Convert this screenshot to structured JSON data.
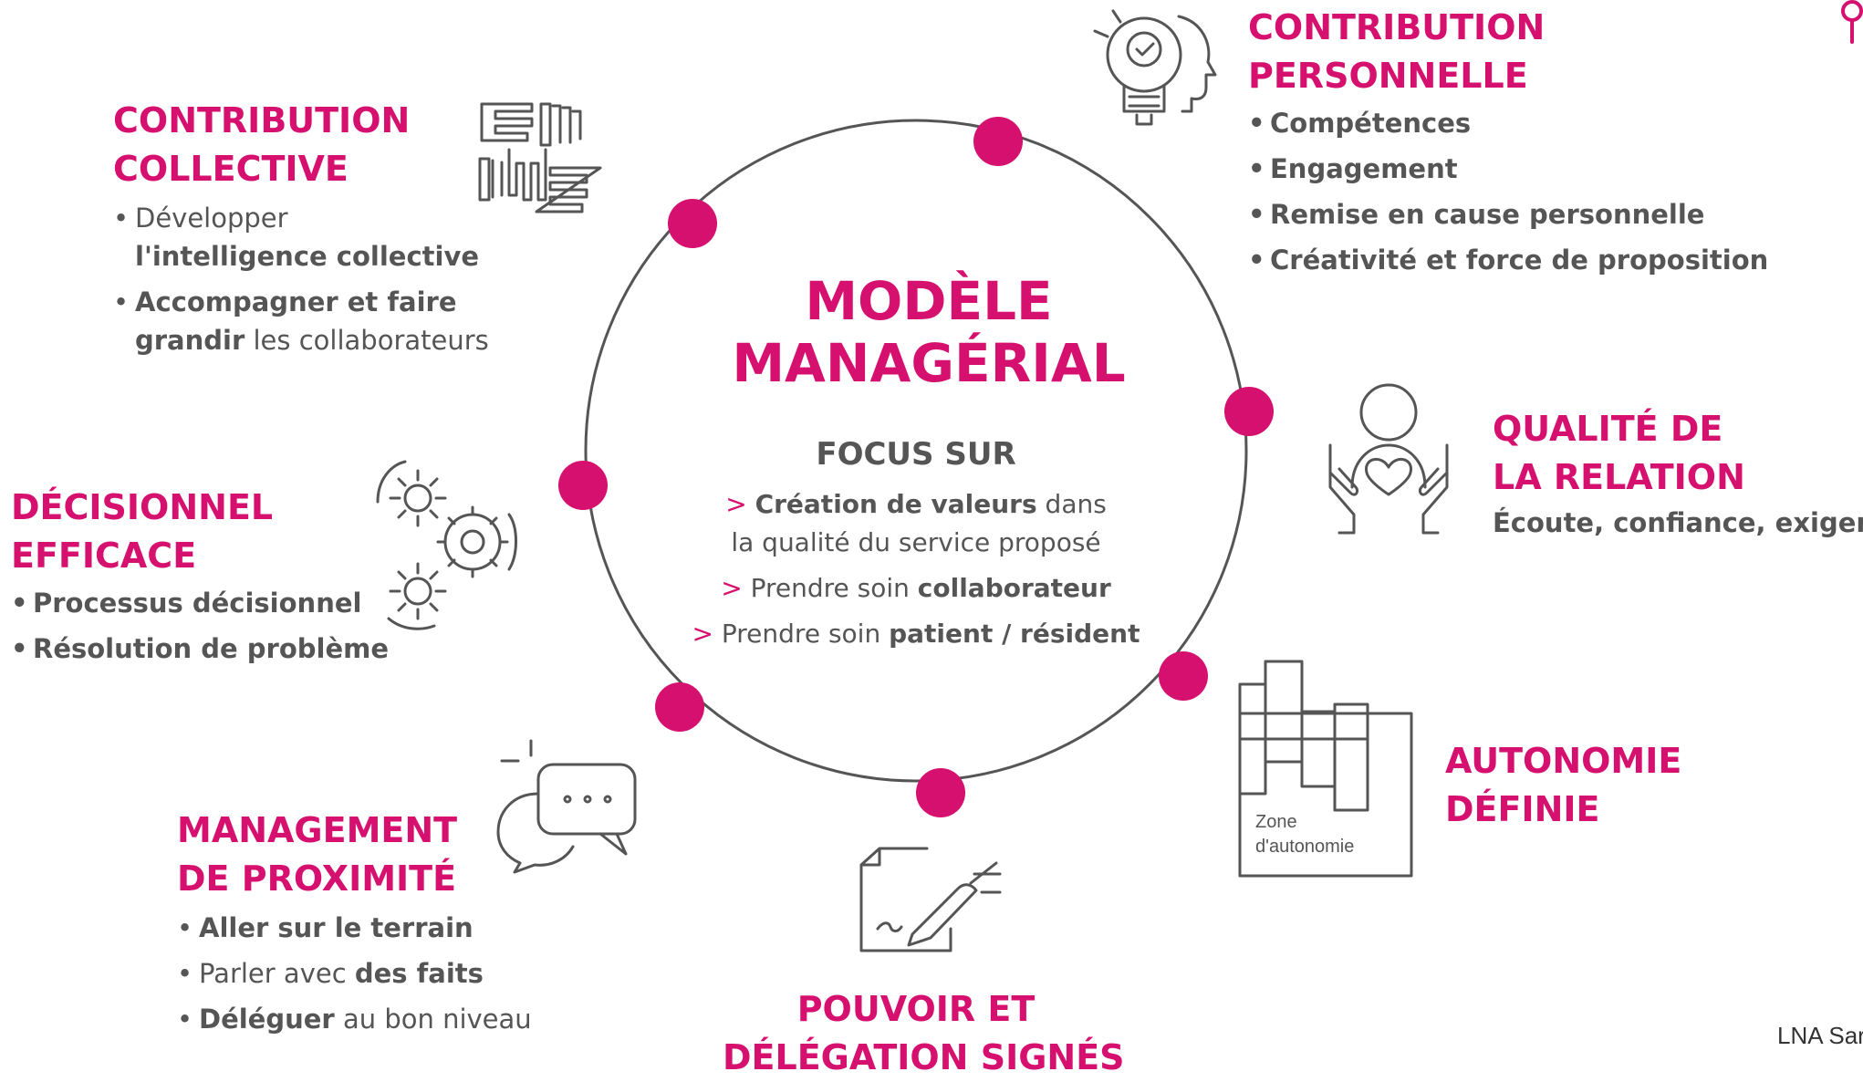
{
  "center": {
    "title_line1": "MODÈLE",
    "title_line2": "MANAGÉRIAL",
    "focus_title": "FOCUS SUR",
    "line1": {
      "marker": ">",
      "bold": "Création de valeurs",
      "rest": " dans"
    },
    "line1b": "la qualité du service proposé",
    "line2": {
      "marker": ">",
      "plain": "Prendre soin ",
      "bold": "collaborateur"
    },
    "line3": {
      "marker": ">",
      "plain": "Prendre soin ",
      "bold": "patient / résident"
    }
  },
  "sections": {
    "collective": {
      "title1": "CONTRIBUTION",
      "title2": "COLLECTIVE",
      "b1_plain": "Développer",
      "b1_bold": "l'intelligence collective",
      "b2_bold_a": "Accompagner et faire",
      "b2_bold_b": "grandir",
      "b2_plain": " les collaborateurs"
    },
    "personal": {
      "title1": "CONTRIBUTION",
      "title2": "PERSONNELLE",
      "items": [
        "Compétences",
        "Engagement",
        "Remise en cause personnelle",
        "Créativité et force de proposition"
      ]
    },
    "relation": {
      "title1": "QUALITÉ DE",
      "title2": "LA RELATION",
      "subtitle": "Écoute, confiance, exigence"
    },
    "decision": {
      "title1": "DÉCISIONNEL",
      "title2": "EFFICACE",
      "items": [
        "Processus décisionnel",
        "Résolution de problème"
      ]
    },
    "autonomy": {
      "title1": "AUTONOMIE",
      "title2": "DÉFINIE",
      "zone_label1": "Zone",
      "zone_label2": "d'autonomie"
    },
    "proximity": {
      "title1": "MANAGEMENT",
      "title2": "DE PROXIMITÉ",
      "b1_bold": "Aller sur le terrain",
      "b2_plain": "Parler avec ",
      "b2_bold": "des faits",
      "b3_bold": "Déléguer",
      "b3_plain": " au bon niveau"
    },
    "delegation": {
      "title1": "POUVOIR ET",
      "title2": "DÉLÉGATION SIGNÉS"
    }
  },
  "footer": "LNA Sar",
  "colors": {
    "accent": "#d6106e",
    "text": "#555555",
    "ring": "#555555"
  },
  "icons": [
    "hands-teamwork-icon",
    "lightbulb-head-icon",
    "person-heart-hands-icon",
    "gears-icon",
    "autonomy-chart-icon",
    "chat-bubbles-icon",
    "signed-document-icon",
    "logo-mark-icon"
  ]
}
